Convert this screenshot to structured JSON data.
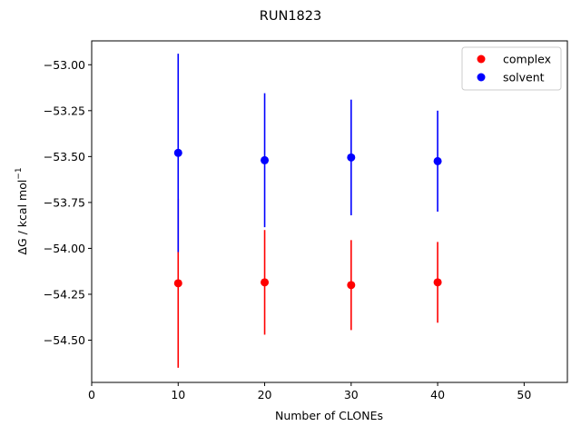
{
  "chart_data": {
    "type": "scatter",
    "title": "RUN1823",
    "xlabel": "Number of CLONEs",
    "ylabel_main": "ΔG / kcal mol",
    "ylabel_sup": "−1",
    "xlim": [
      0,
      55
    ],
    "ylim": [
      -54.73,
      -52.87
    ],
    "xticks": [
      0,
      10,
      20,
      30,
      40,
      50
    ],
    "xtick_labels": [
      "0",
      "10",
      "20",
      "30",
      "40",
      "50"
    ],
    "yticks": [
      -53.0,
      -53.25,
      -53.5,
      -53.75,
      -54.0,
      -54.25,
      -54.5
    ],
    "ytick_labels": [
      "−53.00",
      "−53.25",
      "−53.50",
      "−53.75",
      "−54.00",
      "−54.25",
      "−54.50"
    ],
    "grid": false,
    "legend_position": "top-right",
    "series": [
      {
        "name": "complex",
        "color": "#ff0000",
        "x": [
          10,
          20,
          30,
          40
        ],
        "y": [
          -54.19,
          -54.185,
          -54.2,
          -54.185
        ],
        "err": [
          0.46,
          0.285,
          0.245,
          0.22
        ]
      },
      {
        "name": "solvent",
        "color": "#0000ff",
        "x": [
          10,
          20,
          30,
          40
        ],
        "y": [
          -53.48,
          -53.52,
          -53.505,
          -53.525
        ],
        "err": [
          0.54,
          0.365,
          0.315,
          0.275
        ]
      }
    ]
  }
}
